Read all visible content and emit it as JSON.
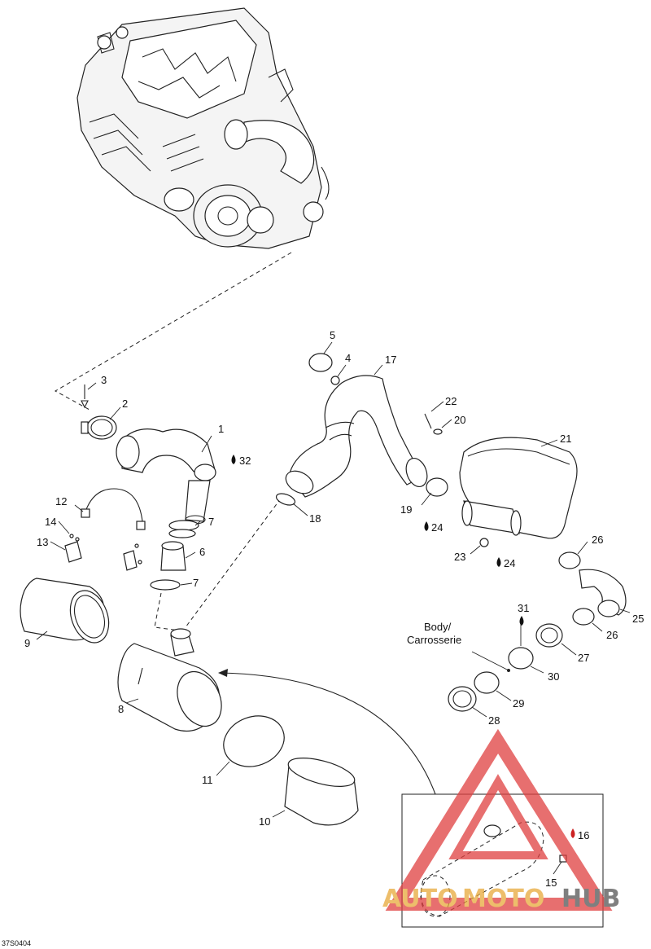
{
  "diagram": {
    "figure_code": "37S0404",
    "parts": [
      {
        "label": "1"
      },
      {
        "label": "2"
      },
      {
        "label": "3"
      },
      {
        "label": "4"
      },
      {
        "label": "5"
      },
      {
        "label": "6"
      },
      {
        "label": "7"
      },
      {
        "label": "7"
      },
      {
        "label": "8"
      },
      {
        "label": "9"
      },
      {
        "label": "10"
      },
      {
        "label": "11"
      },
      {
        "label": "12"
      },
      {
        "label": "13"
      },
      {
        "label": "14"
      },
      {
        "label": "15"
      },
      {
        "label": "17"
      },
      {
        "label": "18"
      },
      {
        "label": "19"
      },
      {
        "label": "20"
      },
      {
        "label": "21"
      },
      {
        "label": "22"
      },
      {
        "label": "23"
      },
      {
        "label": "25"
      },
      {
        "label": "26"
      },
      {
        "label": "26"
      },
      {
        "label": "27"
      },
      {
        "label": "28"
      },
      {
        "label": "29"
      },
      {
        "label": "30"
      }
    ],
    "drop_labels": [
      {
        "label": "32"
      },
      {
        "label": "24"
      },
      {
        "label": "24"
      },
      {
        "label": "31"
      },
      {
        "label": "16"
      }
    ],
    "note_line1": "Body/",
    "note_line2": "Carrosserie"
  },
  "watermark": {
    "text_part1": "AUTO",
    "text_part2": "MOTO",
    "text_part3": "HUB",
    "color_primary": "#e8a93a",
    "color_secondary": "#555555",
    "triangle_color": "#e04040"
  },
  "colors": {
    "line": "#222222",
    "drop_fill": "#111111",
    "drop_fill_red": "#cc2222"
  }
}
